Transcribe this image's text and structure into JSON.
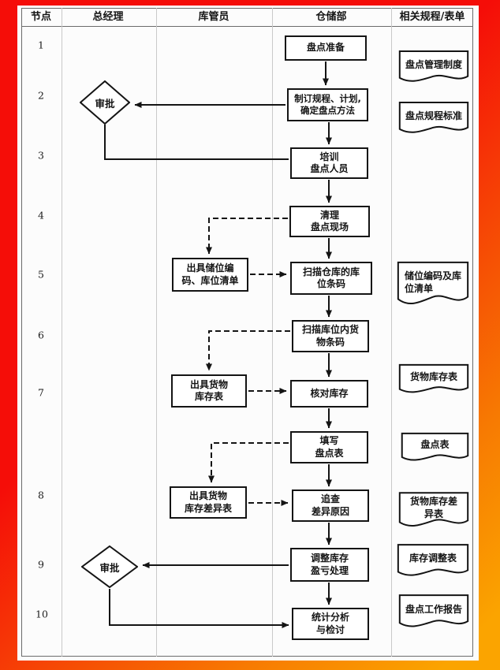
{
  "table": {
    "columns": [
      "节点",
      "总经理",
      "库管员",
      "仓储部",
      "相关规程/表单"
    ]
  },
  "nodes": [
    "1",
    "2",
    "3",
    "4",
    "5",
    "6",
    "7",
    "8",
    "9",
    "10"
  ],
  "manager": {
    "approve1": "审批",
    "approve2": "审批"
  },
  "process": {
    "p1": "盘点准备",
    "p2": "制订规程、计划,\n确定盘点方法",
    "p3": "培训\n盘点人员",
    "p4": "清理\n盘点现场",
    "p5": "扫描仓库的库\n位条码",
    "p6": "扫描库位内货\n物条码",
    "p7": "核对库存",
    "p8": "填写\n盘点表",
    "p9": "追查\n差异原因",
    "p10": "调整库存\n盈亏处理",
    "p11": "统计分析\n与检讨"
  },
  "keeper": {
    "k1": "出具储位编\n码、库位清单",
    "k2": "出具货物\n库存表",
    "k3": "出具货物\n库存差异表"
  },
  "docs": {
    "d1": "盘点管理制度",
    "d2": "盘点规程标准",
    "d3": "储位编码及库\n位清单",
    "d4": "货物库存表",
    "d5": "盘点表",
    "d6": "货物库存差\n异表",
    "d7": "库存调整表",
    "d8": "盘点工作报告"
  },
  "colors": {
    "border_red": "#f50d08",
    "border_orange": "#fba400",
    "line_black": "#141414",
    "grid_gray": "#c9c9c9"
  }
}
